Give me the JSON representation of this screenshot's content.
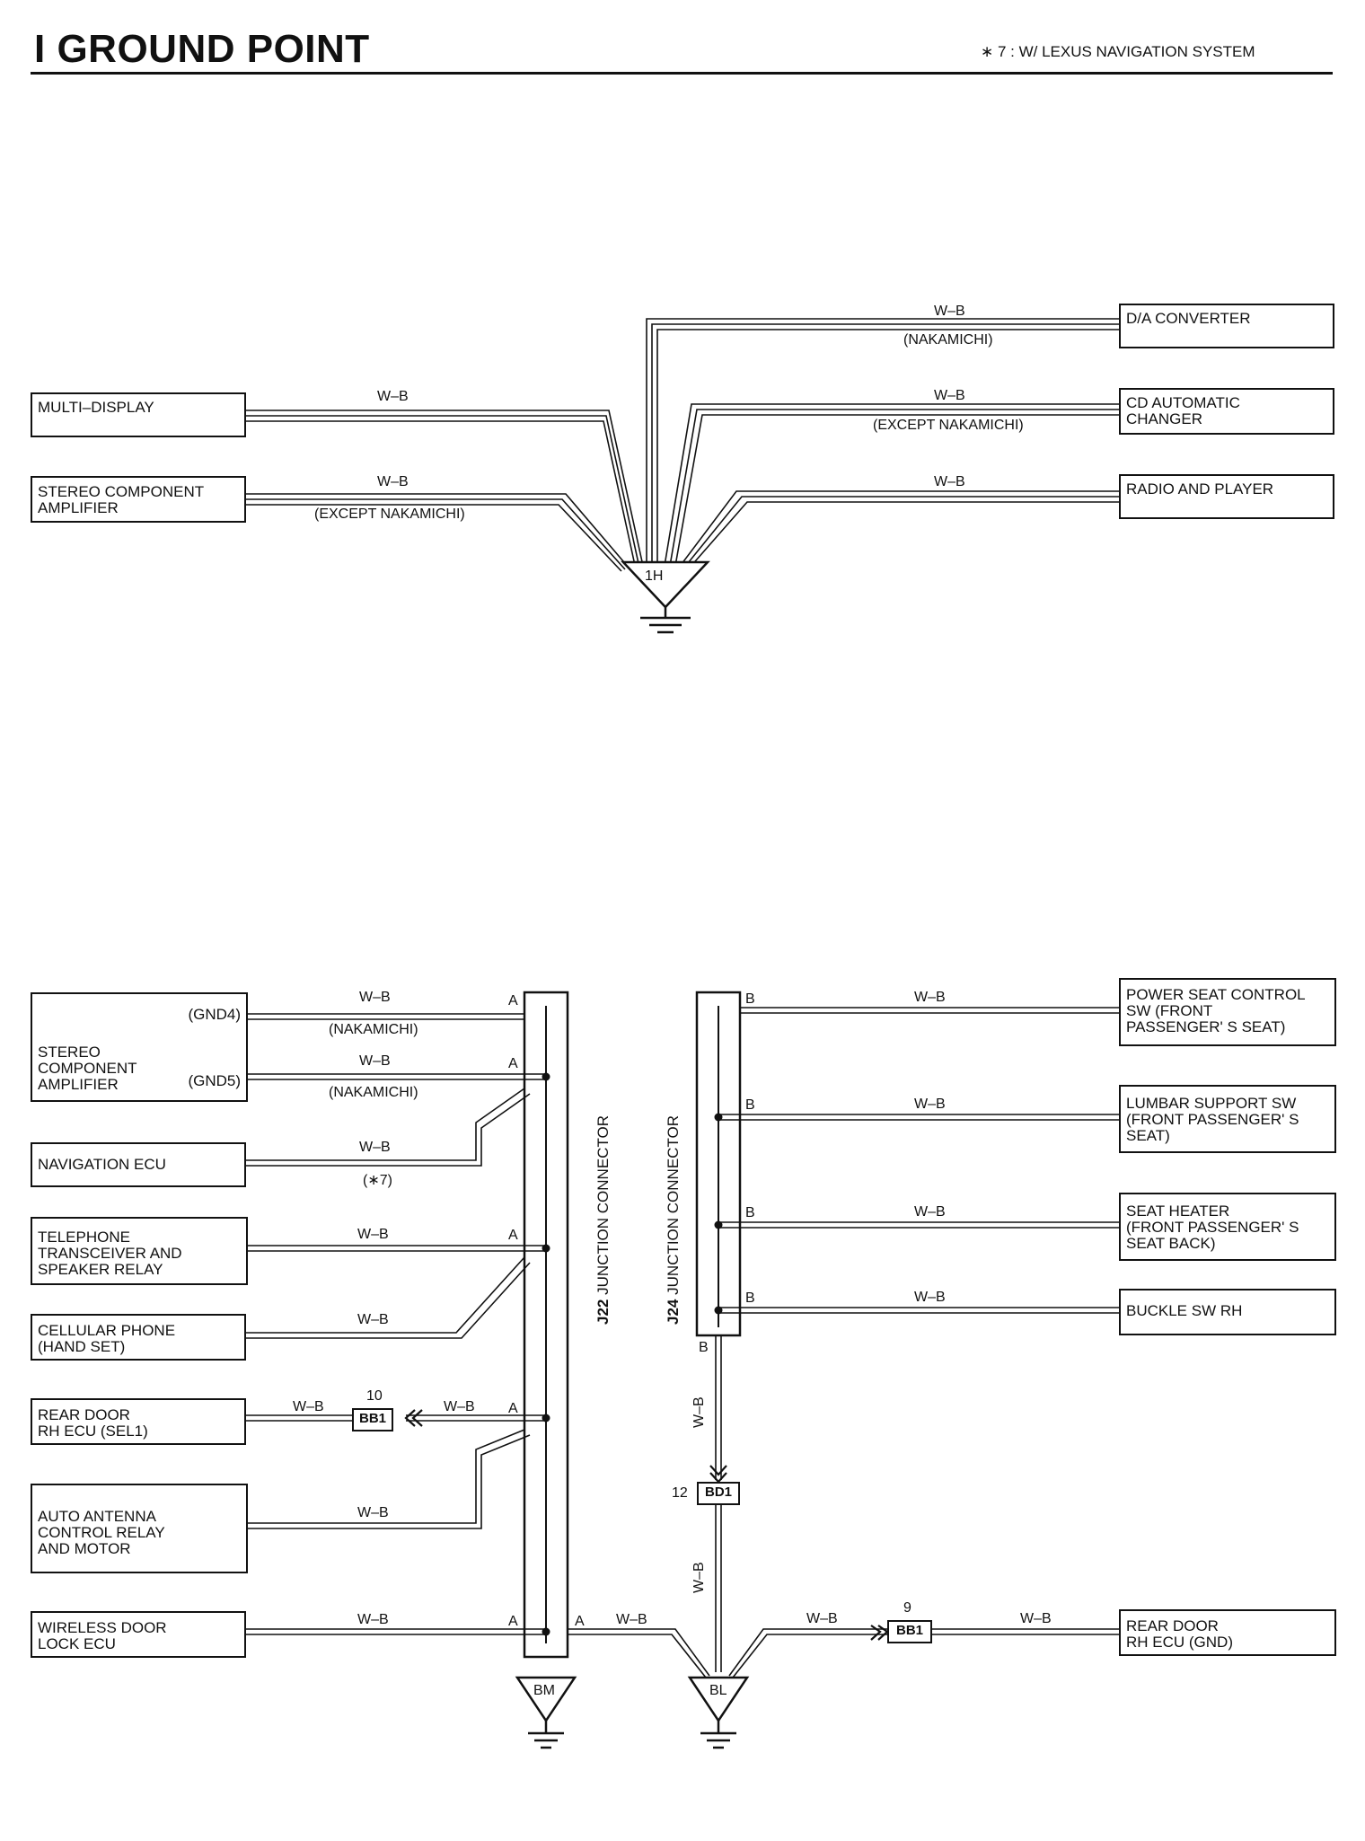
{
  "header": {
    "title": "I  GROUND POINT",
    "note": "∗ 7 : W/ LEXUS NAVIGATION SYSTEM"
  },
  "top_diagram": {
    "ground_point": "1H",
    "left_components": [
      {
        "name": "MULTI–DISPLAY",
        "wire": "W–B",
        "condition": ""
      },
      {
        "name": "STEREO COMPONENT\nAMPLIFIER",
        "wire": "W–B",
        "condition": "(EXCEPT NAKAMICHI)"
      }
    ],
    "right_components": [
      {
        "name": "D/A CONVERTER",
        "wire": "W–B",
        "condition": "(NAKAMICHI)"
      },
      {
        "name": "CD AUTOMATIC\nCHANGER",
        "wire": "W–B",
        "condition": "(EXCEPT NAKAMICHI)"
      },
      {
        "name": "RADIO AND PLAYER",
        "wire": "W–B",
        "condition": ""
      }
    ]
  },
  "bottom_diagram": {
    "left_connector": {
      "id": "J22",
      "name": "JUNCTION CONNECTOR"
    },
    "right_connector": {
      "id": "J24",
      "name": "JUNCTION CONNECTOR"
    },
    "left_components": [
      {
        "name": "STEREO\nCOMPONENT\nAMPLIFIER",
        "gnd4": "(GND4)",
        "gnd5": "(GND5)",
        "wire": "W–B",
        "condition": "(NAKAMICHI)",
        "pin": "A"
      },
      {
        "name": "NAVIGATION ECU",
        "wire": "W–B",
        "condition": "(∗7)"
      },
      {
        "name": "TELEPHONE\nTRANSCEIVER AND\nSPEAKER RELAY",
        "wire": "W–B",
        "pin": "A"
      },
      {
        "name": "CELLULAR PHONE\n(HAND SET)",
        "wire": "W–B"
      },
      {
        "name": "REAR DOOR\nRH ECU (SEL1)",
        "wire": "W–B",
        "pin": "A"
      },
      {
        "name": "AUTO ANTENNA\nCONTROL RELAY\nAND MOTOR",
        "wire": "W–B"
      },
      {
        "name": "WIRELESS DOOR\nLOCK ECU",
        "wire": "W–B",
        "pin": "A"
      }
    ],
    "right_components": [
      {
        "name": "POWER SEAT CONTROL\nSW (FRONT\nPASSENGER' S SEAT)",
        "wire": "W–B",
        "pin": "B"
      },
      {
        "name": "LUMBAR SUPPORT SW\n(FRONT PASSENGER' S\n SEAT)",
        "wire": "W–B",
        "pin": "B"
      },
      {
        "name": "SEAT HEATER\n(FRONT PASSENGER' S\n SEAT BACK)",
        "wire": "W–B",
        "pin": "B"
      },
      {
        "name": "BUCKLE SW RH",
        "wire": "W–B",
        "pin": "B"
      },
      {
        "name": "REAR DOOR\nRH ECU (GND)",
        "wire": "W–B"
      }
    ],
    "connectors": {
      "bb1_left": {
        "id": "BB1",
        "pin": "10"
      },
      "bd1": {
        "id": "BD1",
        "pin": "12"
      },
      "bb1_right": {
        "id": "BB1",
        "pin": "9"
      }
    },
    "ground_points": [
      "BM",
      "BL"
    ],
    "j24_bottom_pin": "B",
    "j22_bottom_pin": "A",
    "link_wire": "W–B"
  }
}
